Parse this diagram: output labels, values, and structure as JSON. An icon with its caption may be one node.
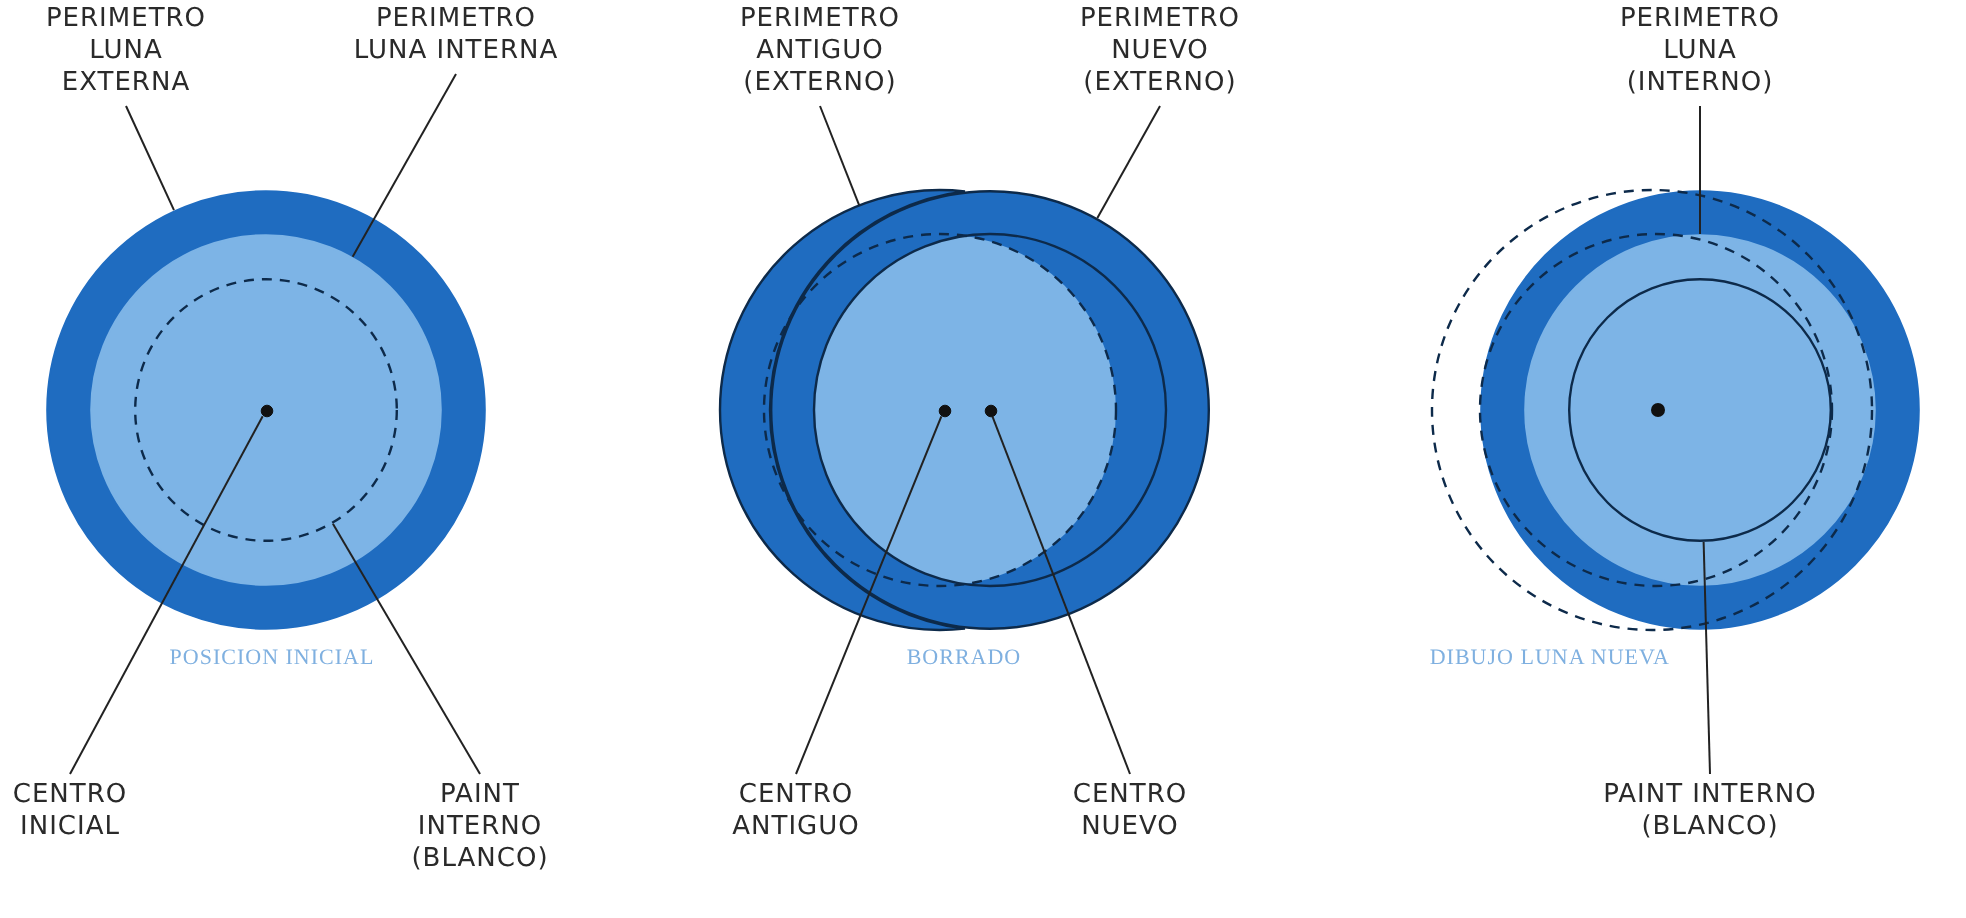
{
  "diagram": {
    "nodes": [
      {
        "text": [
          "PERIMETRO LUNA EXTERNA"
        ]
      },
      {
        "text": [
          "PERIMETRO LUNA INTERNA"
        ]
      },
      {
        "text": [
          "PERIMETRO ANTIGUO (EXTERNO)"
        ]
      },
      {
        "text": [
          "PERIMETRO NUEVO (EXTERNO)"
        ]
      },
      {
        "text": [
          "PERIMETRO LUNA (INTERNO)"
        ]
      },
      {
        "text": [],
        "shape": "circle"
      },
      {
        "text": [],
        "shape": "circle",
        "in": 5
      },
      {
        "text": [],
        "shape": "circle",
        "in": 6
      },
      {
        "text": [],
        "shape": "circle",
        "in": 7
      },
      {
        "text": [],
        "shape": "circle"
      },
      {
        "text": [],
        "shape": "circle"
      },
      {
        "text": [],
        "shape": "circle",
        "in": 10
      },
      {
        "text": [],
        "shape": "circle",
        "in": 10
      },
      {
        "text": [],
        "shape": "circle"
      },
      {
        "text": [],
        "shape": "circle",
        "in": 13
      },
      {
        "text": [],
        "shape": "circle",
        "in": 14
      },
      {
        "text": [
          "CENTRO INICIAL"
        ]
      },
      {
        "text": [
          "PAINT INTERNO (BLANCO)"
        ]
      },
      {
        "text": [
          "CENTRO ANTIGUO"
        ]
      },
      {
        "text": [
          "CENTRO NUEVO"
        ]
      },
      {
        "text": [
          "PAINT INTERNO (BLANCO)"
        ]
      }
    ],
    "edges": [
      {
        "from": 0,
        "to": 5,
        "arrow": "none"
      },
      {
        "from": 1,
        "to": 6,
        "arrow": "none"
      },
      {
        "from": 2,
        "to": 9,
        "arrow": "none"
      },
      {
        "from": 3,
        "to": 10,
        "arrow": "none"
      },
      {
        "from": 4,
        "to": 14,
        "arrow": "none"
      },
      {
        "from": 16,
        "to": 8,
        "arrow": "none"
      },
      {
        "from": 17,
        "to": 7,
        "arrow": "none"
      },
      {
        "from": 18,
        "to": 11,
        "arrow": "none"
      },
      {
        "from": 19,
        "to": 12,
        "arrow": "none"
      },
      {
        "from": 20,
        "to": 15,
        "arrow": "none"
      }
    ],
    "labels": [
      "POSICION INICIAL",
      "BORRADO",
      "DIBUJO LUNA NUEVA"
    ]
  }
}
